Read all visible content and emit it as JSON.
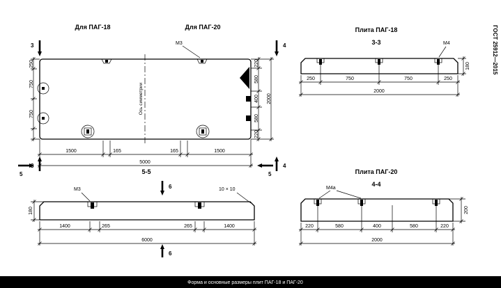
{
  "gost": "ГОСТ 25912—2015",
  "caption": "Форма и основные размеры плит ПАГ-18 и ПАГ-20",
  "plan": {
    "title_left": "Для ПАГ-18",
    "title_right": "Для ПАГ-20",
    "axis": "Ось симметрии",
    "m3": "М3",
    "marker3": "3",
    "marker4": "4",
    "marker5": "5",
    "left_dims": [
      "250",
      "750",
      "750"
    ],
    "right_dims": [
      "220",
      "580",
      "400",
      "580",
      "220"
    ],
    "right_total": "2000",
    "bottom_dims": [
      "1500",
      "165",
      "165",
      "1500"
    ],
    "bottom_total": "5000"
  },
  "pag18": {
    "title": "Плита ПАГ-18",
    "section": "3-3",
    "m4": "М4",
    "height": "180",
    "dims": [
      "250",
      "750",
      "750",
      "250"
    ],
    "total": "2000"
  },
  "sec55": {
    "section": "5-5",
    "m3": "М3",
    "chamfer": "10 × 10",
    "marker6": "6",
    "height": "180",
    "dims": [
      "1400",
      "265",
      "265",
      "1400"
    ],
    "total": "6000"
  },
  "pag20": {
    "title": "Плита ПАГ-20",
    "section": "4-4",
    "m4a": "М4а",
    "height": "200",
    "dims": [
      "220",
      "580",
      "400",
      "580",
      "220"
    ],
    "total": "2000"
  }
}
